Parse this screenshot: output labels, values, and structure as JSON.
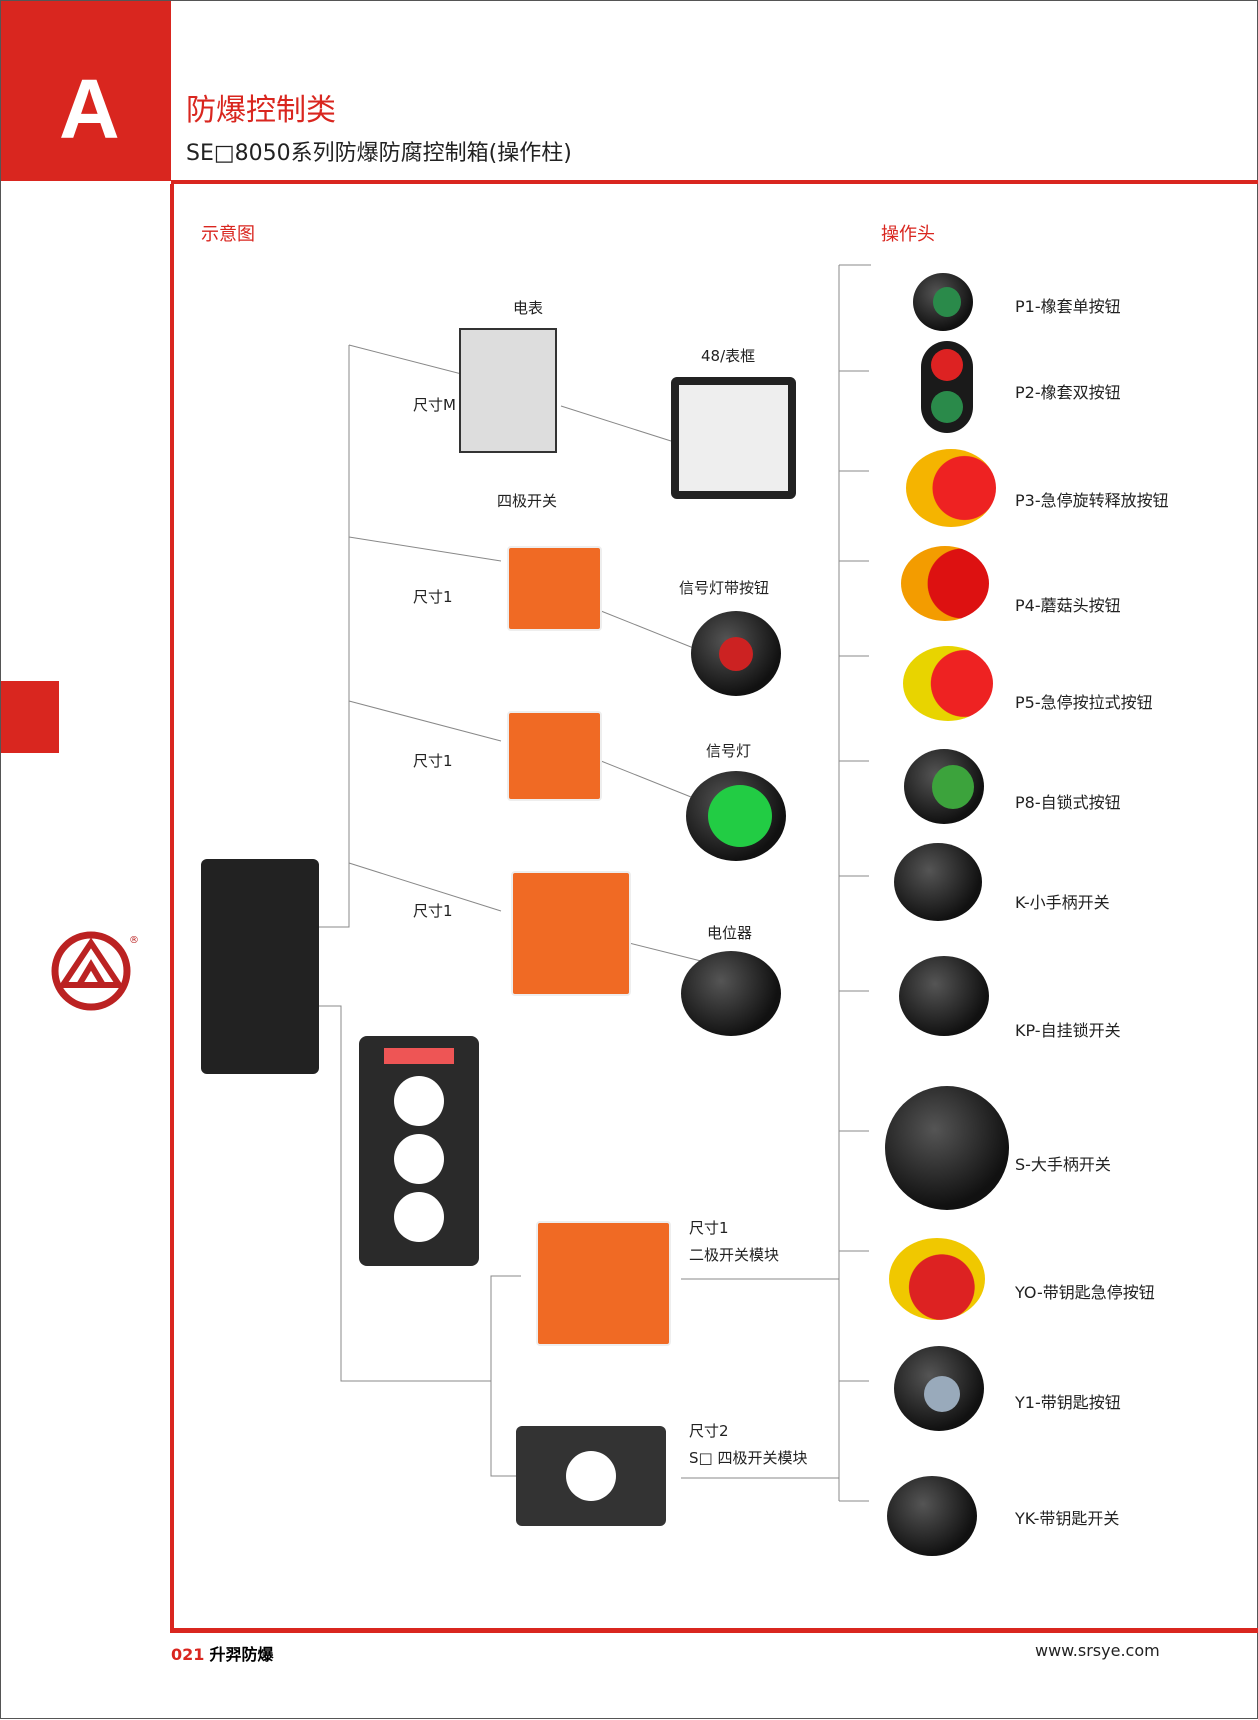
{
  "header": {
    "letter": "A",
    "title": "防爆控制类",
    "subtitle": "SE□8050系列防爆防腐控制箱(操作柱)"
  },
  "sections": {
    "diagram": "示意图",
    "heads": "操作头"
  },
  "diagram_labels": {
    "meter": "电表",
    "frame": "48/表框",
    "size_m": "尺寸M",
    "four_pole": "四极开关",
    "size1_a": "尺寸1",
    "signal_button": "信号灯带按钮",
    "size1_b": "尺寸1",
    "signal_light": "信号灯",
    "size1_c": "尺寸1",
    "potentiometer": "电位器",
    "two_pole_size": "尺寸1",
    "two_pole": "二极开关模块",
    "four_pole_size": "尺寸2",
    "four_pole_module": "S□ 四极开关模块"
  },
  "heads": [
    {
      "label": "P1-橡套单按钮",
      "icon": "green-button-icon"
    },
    {
      "label": "P2-橡套双按钮",
      "icon": "double-button-icon"
    },
    {
      "label": "P3-急停旋转释放按钮",
      "icon": "emergency-stop-icon"
    },
    {
      "label": "P4-蘑菇头按钮",
      "icon": "mushroom-button-icon"
    },
    {
      "label": "P5-急停按拉式按钮",
      "icon": "push-pull-stop-icon"
    },
    {
      "label": "P8-自锁式按钮",
      "icon": "latching-button-icon"
    },
    {
      "label": "K-小手柄开关",
      "icon": "small-handle-switch-icon"
    },
    {
      "label": "KP-自挂锁开关",
      "icon": "padlock-switch-icon"
    },
    {
      "label": "S-大手柄开关",
      "icon": "large-handle-switch-icon"
    },
    {
      "label": "YO-带钥匙急停按钮",
      "icon": "key-emergency-stop-icon"
    },
    {
      "label": "Y1-带钥匙按钮",
      "icon": "key-button-icon"
    },
    {
      "label": "YK-带钥匙开关",
      "icon": "key-switch-icon"
    }
  ],
  "footer": {
    "page": "021",
    "brand": "升羿防爆",
    "url": "www.srsye.com"
  },
  "colors": {
    "accent": "#d9261f"
  }
}
